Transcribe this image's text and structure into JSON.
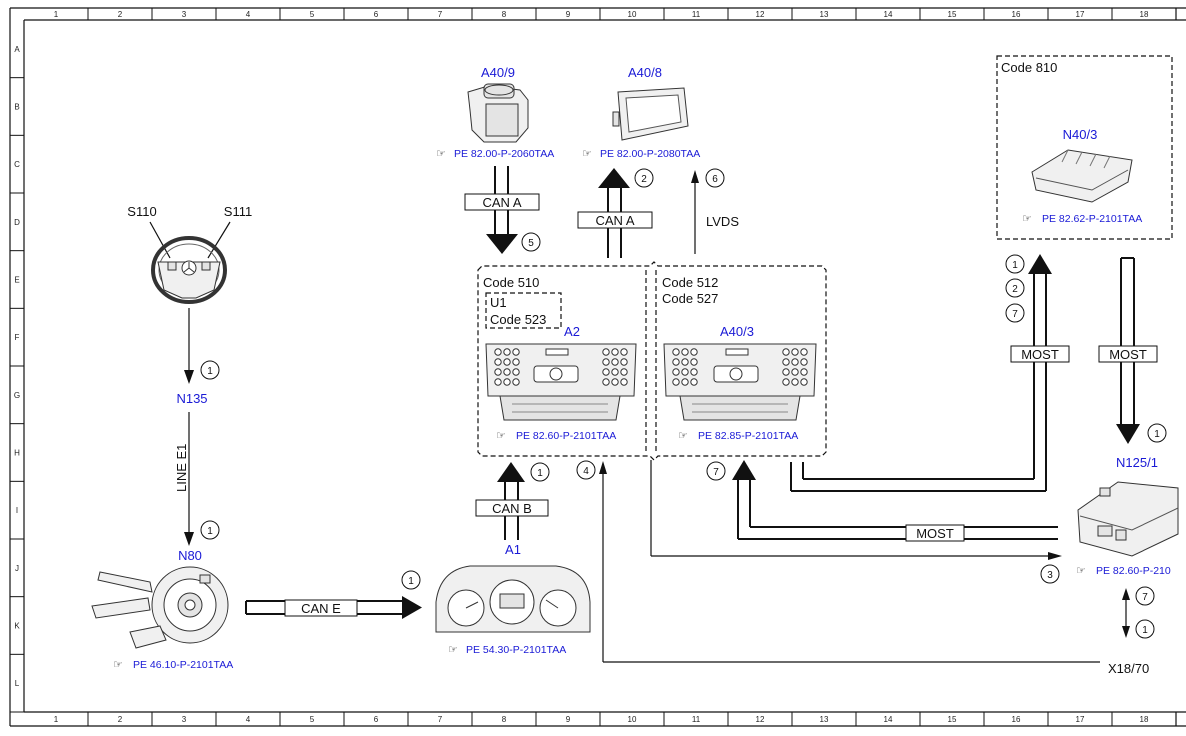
{
  "frame": {
    "columns": [
      "1",
      "2",
      "3",
      "4",
      "5",
      "6",
      "7",
      "8",
      "9",
      "10",
      "11",
      "12",
      "13",
      "14",
      "15",
      "16",
      "17",
      "18"
    ],
    "rows": [
      "A",
      "B",
      "C",
      "D",
      "E",
      "F",
      "G",
      "H",
      "I",
      "J",
      "K",
      "L"
    ]
  },
  "components": {
    "a40_9": {
      "label": "A40/9",
      "ref": "PE 82.00-P-2060TAA"
    },
    "a40_8": {
      "label": "A40/8",
      "ref": "PE 82.00-P-2080TAA"
    },
    "n40_3": {
      "label": "N40/3",
      "ref": "PE 82.62-P-2101TAA"
    },
    "s110": {
      "label": "S110"
    },
    "s111": {
      "label": "S111"
    },
    "n135": {
      "label": "N135"
    },
    "n80": {
      "label": "N80",
      "ref": "PE 46.10-P-2101TAA"
    },
    "a1": {
      "label": "A1",
      "ref": "PE 54.30-P-2101TAA"
    },
    "a2": {
      "label": "A2",
      "ref": "PE 82.60-P-2101TAA"
    },
    "a40_3": {
      "label": "A40/3",
      "ref": "PE 82.85-P-2101TAA"
    },
    "n125_1": {
      "label": "N125/1",
      "ref": "PE 82.60-P-210"
    },
    "x18_70": {
      "label": "X18/70"
    }
  },
  "codes": {
    "code_810": "Code 810",
    "code_510": "Code 510",
    "u1": "U1",
    "code_523": "Code 523",
    "code_512": "Code 512",
    "code_527": "Code 527"
  },
  "connections": {
    "can_a_1": "CAN A",
    "can_a_2": "CAN A",
    "lvds": "LVDS",
    "can_b": "CAN B",
    "can_e": "CAN E",
    "line_e1": "LINE E1",
    "most_1": "MOST",
    "most_2": "MOST",
    "most_3": "MOST"
  },
  "markers": {
    "m_can_a_down": "5",
    "m_can_a_up": "2",
    "m_lvds": "6",
    "m_s110": "1",
    "m_n135": "1",
    "m_can_e": "1",
    "m_can_b": "1",
    "m_line4": "4",
    "m_most_ret": "7",
    "m_n40_1": "1",
    "m_n40_2": "2",
    "m_n40_7": "7",
    "m_n125": "1",
    "m_line3": "3",
    "m_x18_7": "7",
    "m_x18_1": "1"
  },
  "icons": {
    "pointer": "☞"
  }
}
